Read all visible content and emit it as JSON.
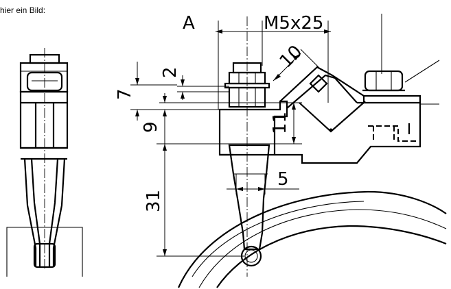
{
  "caption": "hier ein Bild:",
  "drawing": {
    "view_label": "A",
    "thread_label": "M5x25",
    "dimensions": {
      "d10": "10",
      "d2": "2",
      "d7": "7",
      "d9": "9",
      "d11": "11",
      "d5": "5",
      "d31": "31"
    }
  }
}
